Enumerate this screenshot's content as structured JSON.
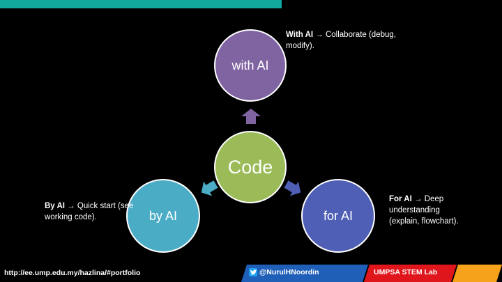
{
  "diagram": {
    "center_label": "Code",
    "with_label": "with AI",
    "by_label": "by AI",
    "for_label": "for AI"
  },
  "captions": {
    "with": {
      "bold": "With AI",
      "text": " → Collaborate (debug, modify)."
    },
    "by": {
      "bold": "By AI",
      "text": " → Quick start (see working code)."
    },
    "for": {
      "bold": "For AI",
      "text": " → Deep understanding (explain, flowchart)."
    }
  },
  "footer": {
    "url": "http://ee.ump.edu.my/hazlina/#portfolio",
    "handle": "@NurulHNoordin",
    "lab": "UMPSA STEM Lab"
  },
  "colors": {
    "top_bar": "#13a89e",
    "with_circle": "#8064a2",
    "code_circle": "#9bbb59",
    "by_circle": "#4bacc6",
    "for_circle": "#4f5fb5",
    "stripe_blue": "#1f5fb8",
    "stripe_red": "#e0161d",
    "stripe_orange": "#f7a21b"
  }
}
